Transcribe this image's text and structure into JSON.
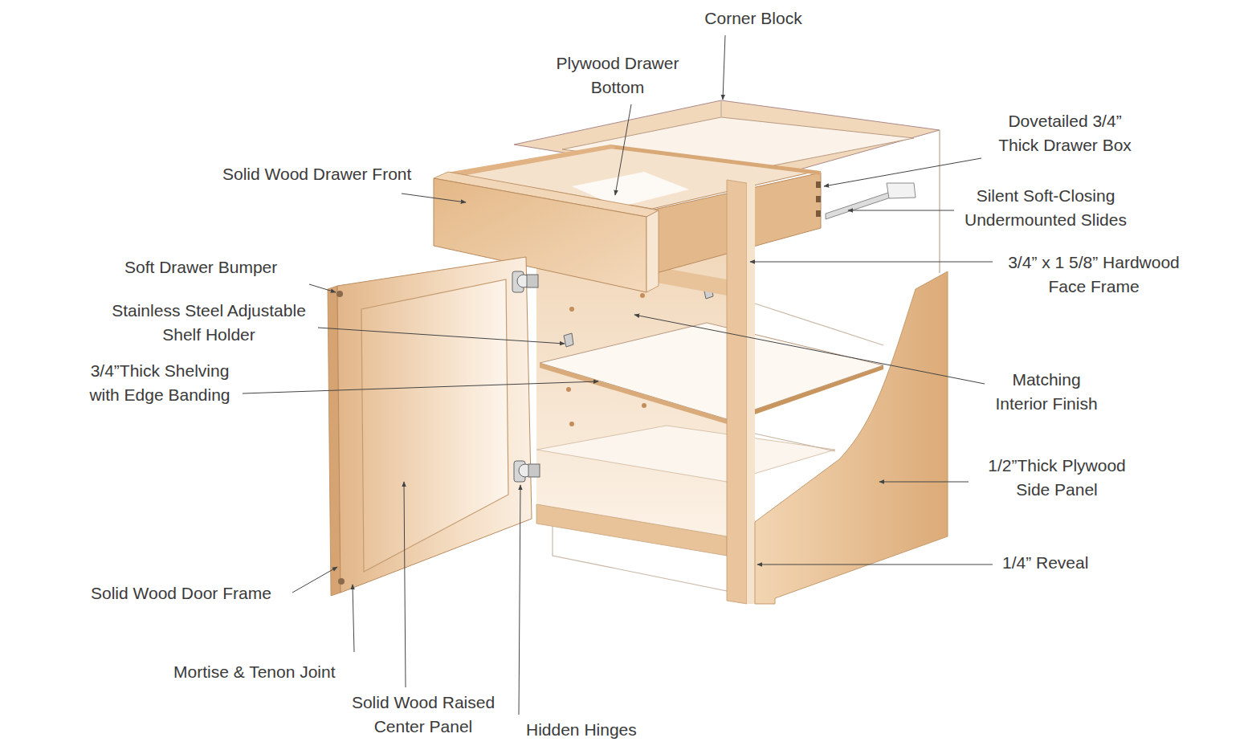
{
  "diagram": {
    "labels": [
      "Corner Block",
      "Plywood Drawer Bottom",
      "Solid Wood Drawer Front",
      "Dovetailed 3/4” Thick Drawer Box",
      "Silent Soft-Closing Undermounted Slides",
      "Soft Drawer Bumper",
      "3/4” x 1 5/8” Hardwood Face Frame",
      "Stainless Steel Adjustable Shelf Holder",
      "3/4”Thick Shelving with Edge Banding",
      "Matching Interior Finish",
      "1/2”Thick Plywood Side Panel",
      "Solid Wood Door Frame",
      "1/4” Reveal",
      "Mortise & Tenon Joint",
      "Solid Wood Raised Center Panel",
      "Hidden Hinges"
    ]
  }
}
